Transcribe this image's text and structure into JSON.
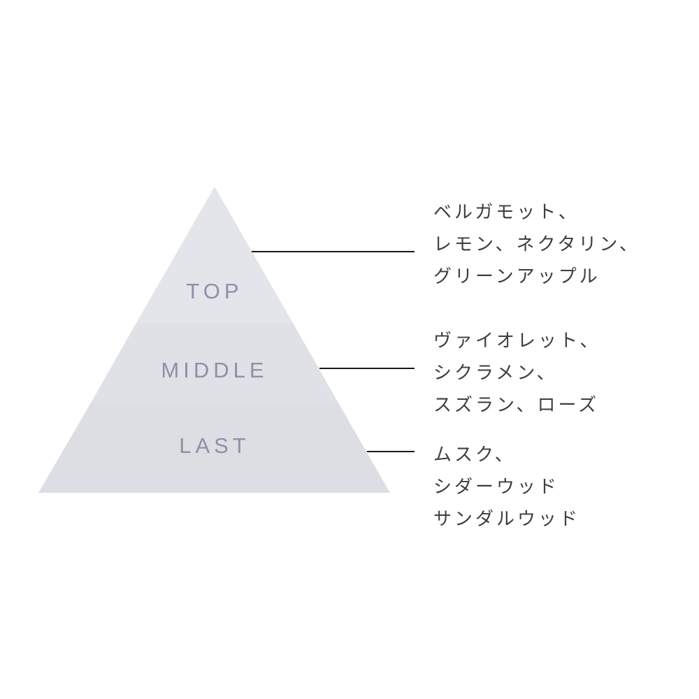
{
  "diagram": {
    "type": "fragrance-note-pyramid",
    "colors": {
      "background": "#ffffff",
      "band_top": "#e4e5ea",
      "band_middle": "#e0e1e7",
      "band_last": "#dcdee4",
      "label_text": "#8f8fa5",
      "notes_text": "#3e3e40",
      "connector": "#1a1a1a"
    },
    "levels": [
      {
        "label": "TOP",
        "notes": [
          "ベルガモット、",
          "レモン、ネクタリン、",
          "グリーンアップル"
        ]
      },
      {
        "label": "MIDDLE",
        "notes": [
          "ヴァイオレット、",
          "シクラメン、",
          "スズラン、ローズ"
        ]
      },
      {
        "label": "LAST",
        "notes": [
          "ムスク、",
          "シダーウッド",
          "サンダルウッド"
        ]
      }
    ]
  }
}
